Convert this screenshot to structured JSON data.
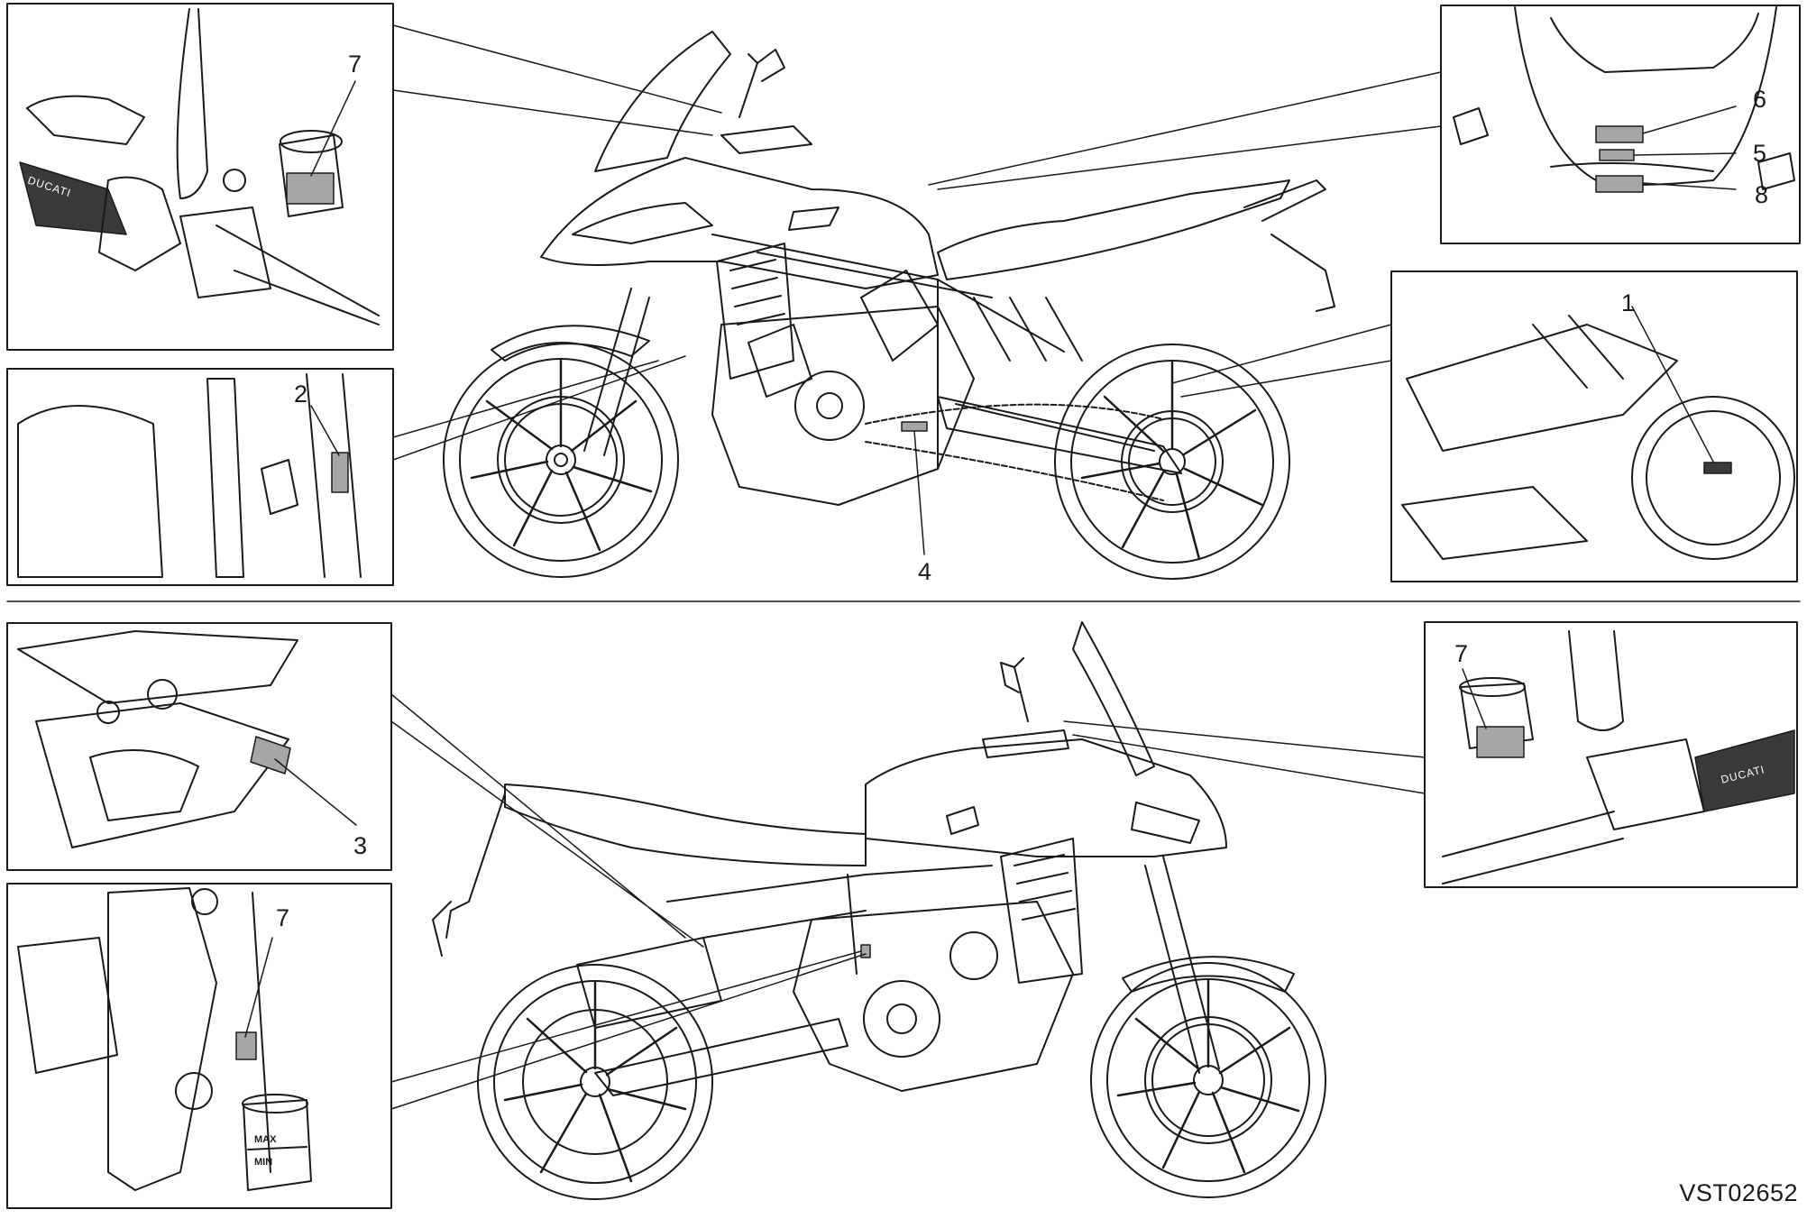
{
  "diagram": {
    "doc_code": "VST02652",
    "callouts": {
      "c1": "1",
      "c2": "2",
      "c3": "3",
      "c4": "4",
      "c5": "5",
      "c6": "6",
      "c7_handlebar_left": "7",
      "c7_handlebar_right": "7",
      "c7_rear_reservoir": "7",
      "c8": "8"
    },
    "handlebar_grip_text": "DUCATI",
    "reservoir_marks": {
      "max": "MAX",
      "min": "MIN"
    },
    "colors": {
      "line": "#1a1a1a",
      "label_fill": "#a6a6a6",
      "background": "#ffffff"
    }
  }
}
